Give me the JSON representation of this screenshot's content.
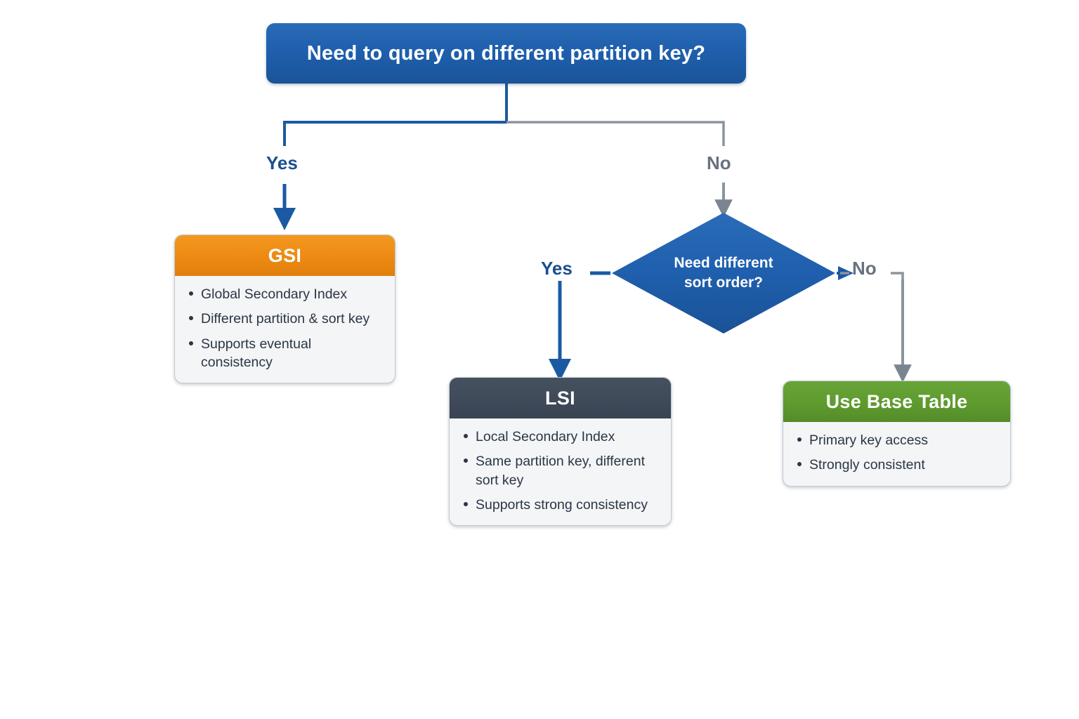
{
  "diagram": {
    "type": "decision-flowchart",
    "title_node": {
      "id": "root-question",
      "shape": "rounded-rectangle",
      "text": "Need to query on different partition key?",
      "fill": "#1f5fad",
      "text_color": "#ffffff"
    },
    "decision_node": {
      "id": "sort-order-question",
      "shape": "diamond",
      "text": "Need different\nsort order?",
      "fill": "#1f5fad",
      "text_color": "#ffffff"
    },
    "edges": [
      {
        "id": "edge-yes-1",
        "from": "root-question",
        "to": "card-gsi",
        "label": "Yes",
        "color": "#1b4f8f"
      },
      {
        "id": "edge-no-1",
        "from": "root-question",
        "to": "sort-order-question",
        "label": "No",
        "color": "#8b949e"
      },
      {
        "id": "edge-yes-2",
        "from": "sort-order-question",
        "to": "card-lsi",
        "label": "Yes",
        "color": "#1b4f8f"
      },
      {
        "id": "edge-no-2",
        "from": "sort-order-question",
        "to": "card-base",
        "label": "No",
        "color": "#8b949e"
      }
    ],
    "cards": [
      {
        "id": "card-gsi",
        "title": "GSI",
        "header_color": "#ed8a14",
        "bullets": [
          "Global Secondary Index",
          "Different partition & sort key",
          "Supports eventual consistency"
        ]
      },
      {
        "id": "card-lsi",
        "title": "LSI",
        "header_color": "#3f4a5a",
        "bullets": [
          "Local Secondary Index",
          "Same partition key, different sort key",
          "Supports strong consistency"
        ]
      },
      {
        "id": "card-base",
        "title": "Use Base Table",
        "header_color": "#5e9b2e",
        "bullets": [
          "Primary key access",
          "Strongly consistent"
        ]
      }
    ]
  }
}
